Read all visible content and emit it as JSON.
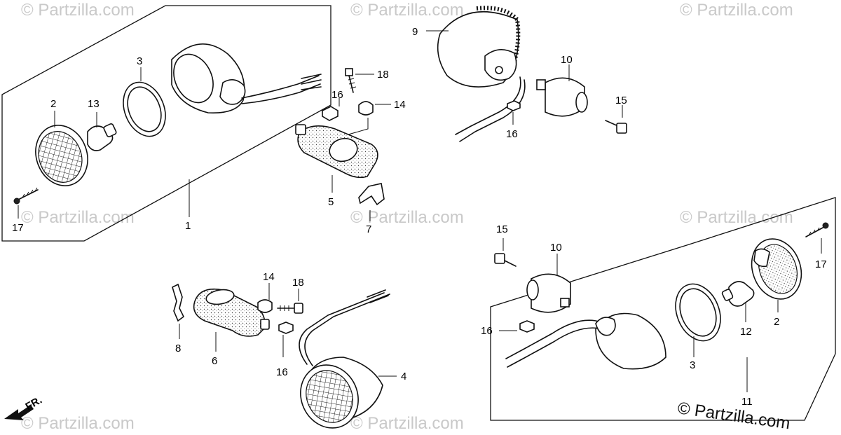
{
  "watermark": "© Partzilla.com",
  "copyright": "© Partzilla.com",
  "direction_label": "FR.",
  "callouts": {
    "c1": "1",
    "c2a": "2",
    "c3a": "3",
    "c13": "13",
    "c17a": "17",
    "c16a": "16",
    "c18a": "18",
    "c14a": "14",
    "c5": "5",
    "c7": "7",
    "c9": "9",
    "c10a": "10",
    "c16b": "16",
    "c15a": "15",
    "c15b": "15",
    "c10b": "10",
    "c16c": "16",
    "c17b": "17",
    "c12": "12",
    "c2b": "2",
    "c3b": "3",
    "c11": "11",
    "c14b": "14",
    "c18b": "18",
    "c8": "8",
    "c6": "6",
    "c16d": "16",
    "c4": "4"
  }
}
